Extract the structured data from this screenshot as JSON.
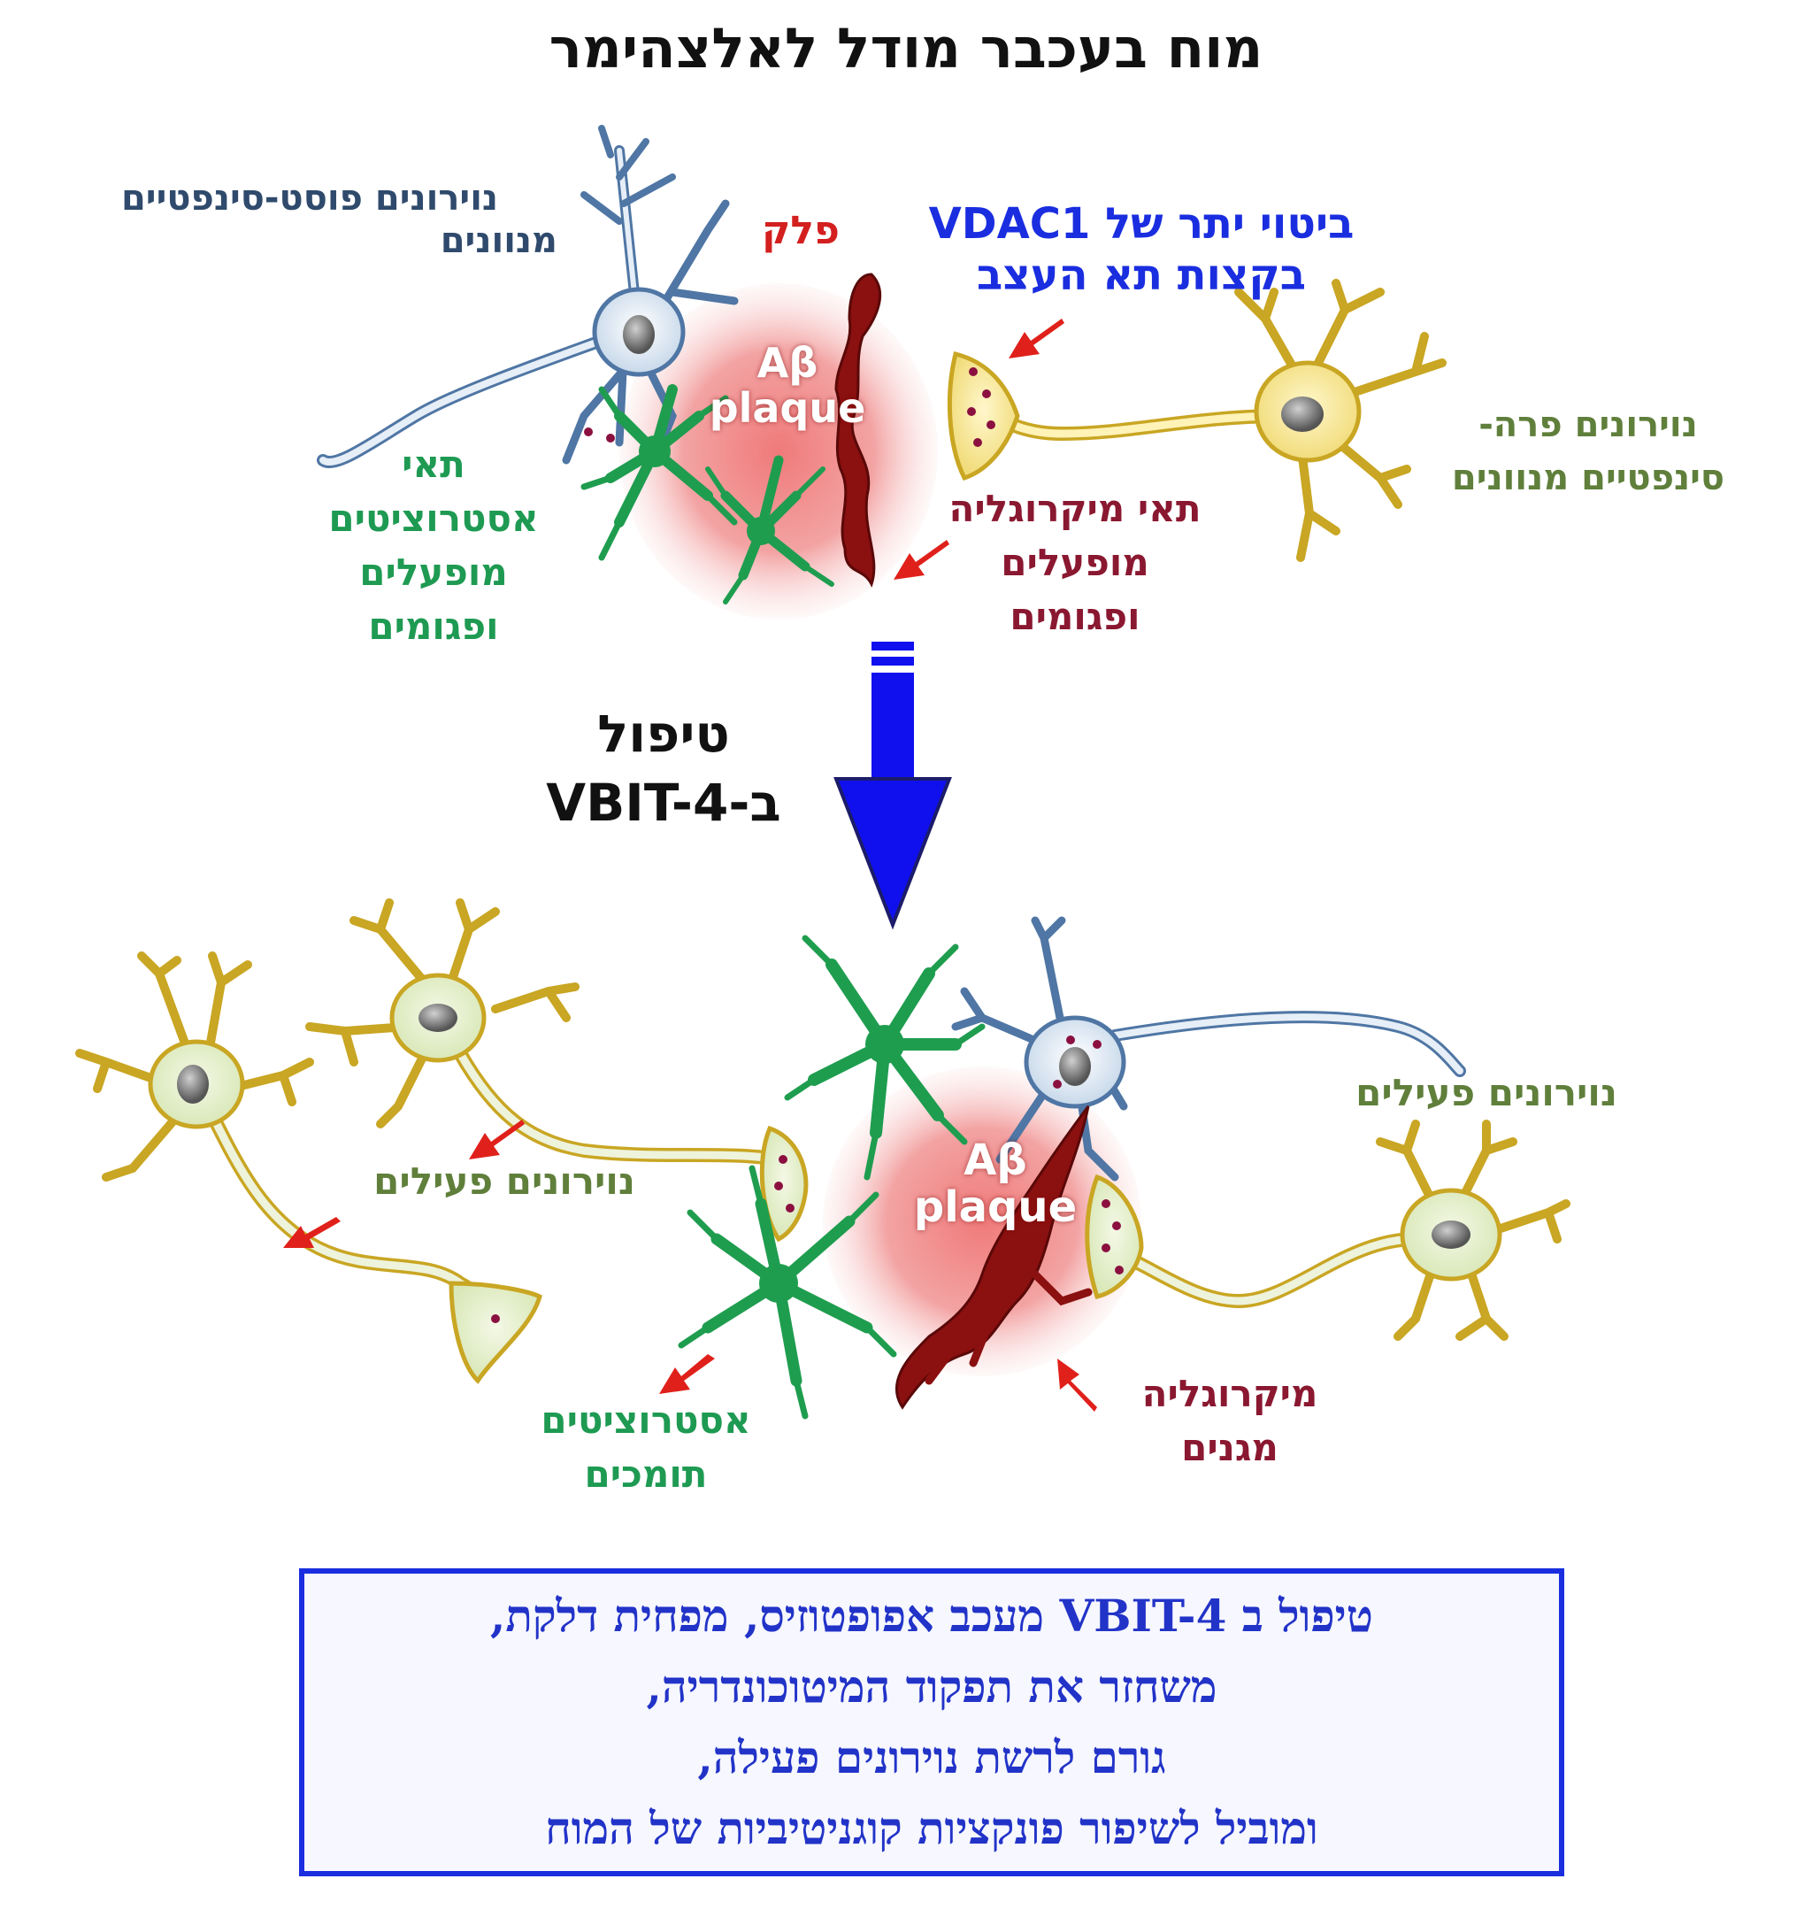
{
  "title": "מוח בעכבר מודל לאלצהימר",
  "top_panel": {
    "post_synaptic_neurons": [
      "נוירונים פוסט-סינפטיים",
      "מנוונים"
    ],
    "plaque_label": "פלק",
    "vdac1_overexpression": [
      "ביטוי יתר של VDAC1",
      "בקצות תא העצב"
    ],
    "plaque_text": [
      "Aβ",
      "plaque"
    ],
    "pre_synaptic_neurons": [
      "נוירונים פרה-",
      "סינפטיים  מנוונים"
    ],
    "astrocytes": [
      "תאי",
      "אסטרוציטים",
      "מופעלים",
      "ופגומים"
    ],
    "microglia": [
      "תאי מיקרוגליה",
      "מופעלים",
      "ופגומים"
    ]
  },
  "treatment": [
    "טיפול",
    "ב-VBIT-4"
  ],
  "bottom_panel": {
    "active_neurons_right": "נוירונים  פעילים",
    "active_neurons_left": "נוירונים  פעילים",
    "plaque_text": [
      "Aβ",
      "plaque"
    ],
    "astrocytes": [
      "אסטרוציטים",
      "תומכים"
    ],
    "microglia": [
      "מיקרוגליה",
      "מגנים"
    ]
  },
  "summary": [
    "טיפול ב VBIT-4 מעכב אפופטוזיס, מפחית דלקת,",
    "משחזר את תפקוד המיטוכונדריה,",
    "גורם לרשת נוירונים פעילה,",
    "ומוביל לשיפור פונקציות קוגניטיביות של המוח"
  ],
  "colors": {
    "degenerated_neuron": "#f4e59a",
    "active_neuron": "#e4efc8",
    "neuron_outline": "#c9a623",
    "post_neuron": "#dfe9f3",
    "post_outline": "#4f76a4",
    "astrocyte": "#1f9d4f",
    "microglia": "#8b1010",
    "plaque": "#f39c9c",
    "arrow_main": "#1010ee",
    "pointer_arrow": "#e0201a",
    "box_border": "#1a2ee0"
  }
}
